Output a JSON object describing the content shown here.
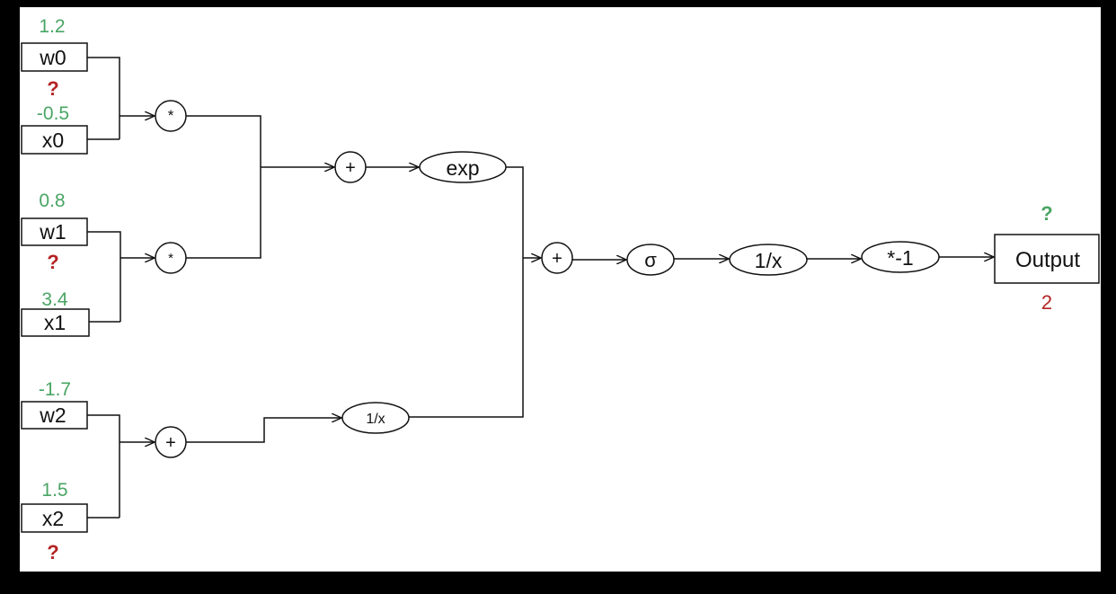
{
  "inputs": {
    "w0": {
      "label": "w0",
      "value": "1.2",
      "grad": "?"
    },
    "x0": {
      "label": "x0",
      "value": "-0.5"
    },
    "w1": {
      "label": "w1",
      "value": "0.8",
      "grad": "?"
    },
    "x1": {
      "label": "x1",
      "value": "3.4"
    },
    "w2": {
      "label": "w2",
      "value": "-1.7"
    },
    "x2": {
      "label": "x2",
      "value": "1.5",
      "grad": "?"
    }
  },
  "ops": {
    "mul_0": "*",
    "mul_1": "*",
    "add_top": "+",
    "exp": "exp",
    "add_bottom": "+",
    "recip_bottom": "1/x",
    "add_main": "+",
    "sigma": "σ",
    "recip_main": "1/x",
    "neg": "*-1"
  },
  "output": {
    "label": "Output",
    "grad": "?",
    "value": "2"
  },
  "colors": {
    "value_green": "#4aa564",
    "gradient_red": "#b52424",
    "frame": "#000000",
    "canvas": "#ffffff"
  }
}
